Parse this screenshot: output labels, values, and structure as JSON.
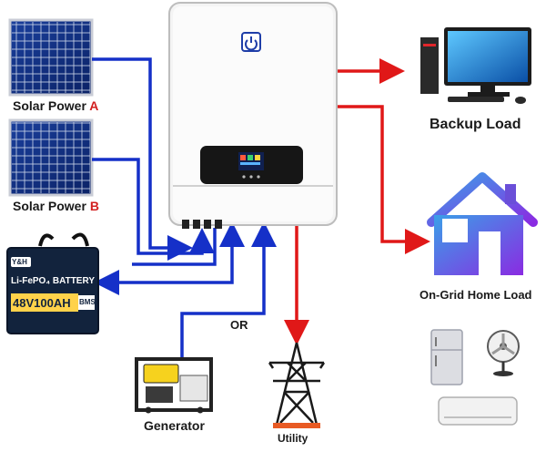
{
  "labels": {
    "solar_a_prefix": "Solar Power ",
    "solar_a_letter": "A",
    "solar_b_prefix": "Solar Power ",
    "solar_b_letter": "B",
    "backup_load": "Backup Load",
    "home_load": "On-Grid Home Load",
    "generator": "Generator",
    "utility": "Utility",
    "or": "OR"
  },
  "battery": {
    "brand": "Y&H",
    "type": "Li-FePO₄ BATTERY",
    "rating": "48V100AH",
    "badge": "BMS"
  },
  "colors": {
    "dc_line": "#1530c8",
    "ac_line": "#e01818",
    "inverter_body": "#f6f6f6",
    "house_gradient_top": "#3b8de0",
    "house_gradient_bottom": "#8a2be2"
  },
  "icons": {
    "inverter_power": "power-icon",
    "inverter_display": "lcd-display-icon"
  }
}
